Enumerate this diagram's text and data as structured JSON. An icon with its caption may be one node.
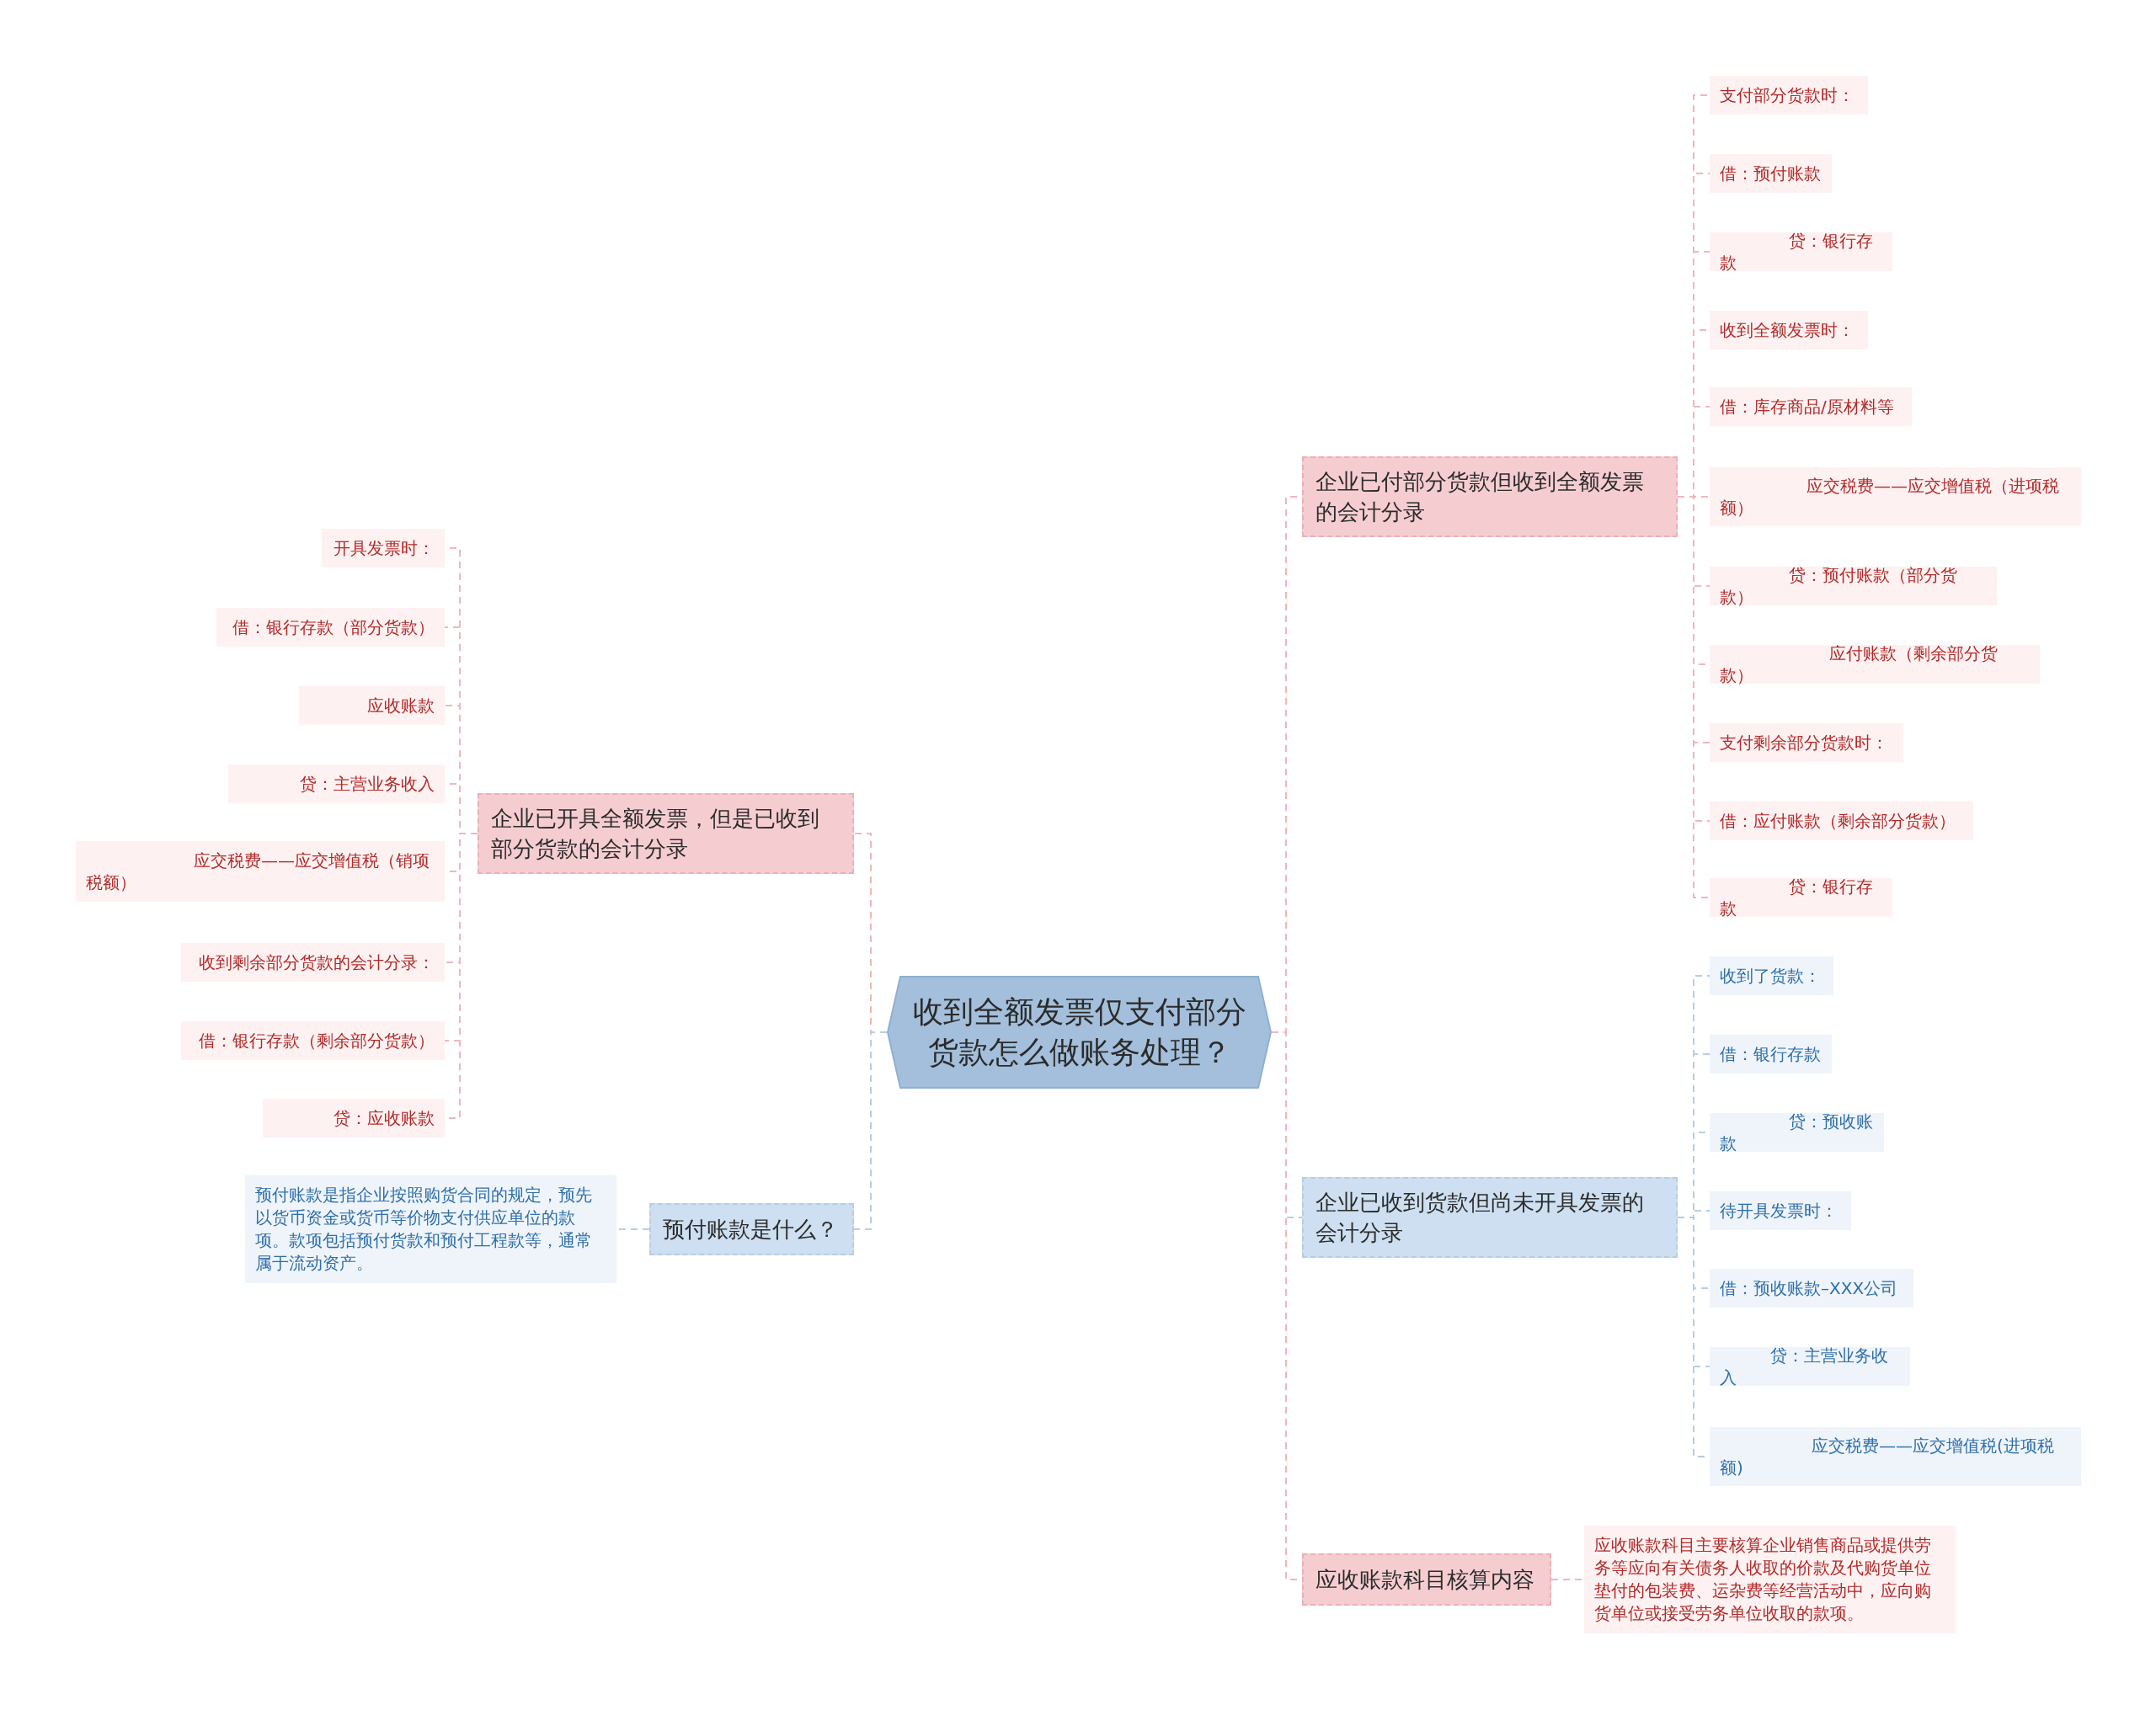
{
  "diagram": {
    "nodes": [
      {
        "text": [
          "收到全额发票仅支付部分货款怎么做账务处理？"
        ]
      },
      {
        "text": [
          "企业已付部分货款但收到全额发票的会计分录"
        ]
      },
      {
        "text": [
          "支付部分货款时："
        ]
      },
      {
        "text": [
          "借：预付账款"
        ]
      },
      {
        "text": [
          "贷：银行存款"
        ]
      },
      {
        "text": [
          "收到全额发票时："
        ]
      },
      {
        "text": [
          "借：库存商品/原材料等"
        ]
      },
      {
        "text": [
          "应交税费——应交增值税（进项税额）"
        ]
      },
      {
        "text": [
          "贷：预付账款（部分货款）"
        ]
      },
      {
        "text": [
          "应付账款（剩余部分货款）"
        ]
      },
      {
        "text": [
          "支付剩余部分货款时："
        ]
      },
      {
        "text": [
          "借：应付账款（剩余部分货款）"
        ]
      },
      {
        "text": [
          "贷：银行存款"
        ]
      },
      {
        "text": [
          "企业已收到货款但尚未开具发票的会计分录"
        ]
      },
      {
        "text": [
          "收到了货款："
        ]
      },
      {
        "text": [
          "借：银行存款"
        ]
      },
      {
        "text": [
          "贷：预收账款"
        ]
      },
      {
        "text": [
          "待开具发票时："
        ]
      },
      {
        "text": [
          "借：预收账款–XXX公司"
        ]
      },
      {
        "text": [
          "贷：主营业务收入"
        ]
      },
      {
        "text": [
          "应交税费——应交增值税(进项税额)"
        ]
      },
      {
        "text": [
          "应收账款科目核算内容"
        ]
      },
      {
        "text": [
          "应收账款科目主要核算企业销售商品或提供劳务等应向有关债务人收取的价款及代购货单位垫付的包装费、运杂费等经营活动中，应向购货单位或接受劳务单位收取的款项。"
        ]
      },
      {
        "text": [
          "企业已开具全额发票，但是已收到部分货款的会计分录"
        ]
      },
      {
        "text": [
          "开具发票时："
        ]
      },
      {
        "text": [
          "借：银行存款（部分货款）"
        ]
      },
      {
        "text": [
          "应收账款"
        ]
      },
      {
        "text": [
          "贷：主营业务收入"
        ]
      },
      {
        "text": [
          "应交税费——应交增值税（销项税额）"
        ]
      },
      {
        "text": [
          "收到剩余部分货款的会计分录："
        ]
      },
      {
        "text": [
          "借：银行存款（剩余部分货款）"
        ]
      },
      {
        "text": [
          "贷：应收账款"
        ]
      },
      {
        "text": [
          "预付账款是什么？"
        ]
      },
      {
        "text": [
          "预付账款是指企业按照购货合同的规定，预先以货币资金或货币等价物支付供应单位的款项。款项包括预付货款和预付工程款等，通常属于流动资产。"
        ]
      }
    ],
    "edges": [
      {
        "from": 0,
        "to": 1,
        "arrow": "none"
      },
      {
        "from": 1,
        "to": 2,
        "arrow": "none"
      },
      {
        "from": 1,
        "to": 3,
        "arrow": "none"
      },
      {
        "from": 1,
        "to": 4,
        "arrow": "none"
      },
      {
        "from": 1,
        "to": 5,
        "arrow": "none"
      },
      {
        "from": 1,
        "to": 6,
        "arrow": "none"
      },
      {
        "from": 1,
        "to": 7,
        "arrow": "none"
      },
      {
        "from": 1,
        "to": 8,
        "arrow": "none"
      },
      {
        "from": 1,
        "to": 9,
        "arrow": "none"
      },
      {
        "from": 1,
        "to": 10,
        "arrow": "none"
      },
      {
        "from": 1,
        "to": 11,
        "arrow": "none"
      },
      {
        "from": 1,
        "to": 12,
        "arrow": "none"
      },
      {
        "from": 0,
        "to": 13,
        "arrow": "none",
        "color": "#b7cde3"
      },
      {
        "from": 13,
        "to": 14,
        "arrow": "none",
        "color": "#b7cde3"
      },
      {
        "from": 13,
        "to": 15,
        "arrow": "none",
        "color": "#b7cde3"
      },
      {
        "from": 13,
        "to": 16,
        "arrow": "none",
        "color": "#b7cde3"
      },
      {
        "from": 13,
        "to": 17,
        "arrow": "none",
        "color": "#b7cde3"
      },
      {
        "from": 13,
        "to": 18,
        "arrow": "none",
        "color": "#b7cde3"
      },
      {
        "from": 13,
        "to": 19,
        "arrow": "none",
        "color": "#b7cde3"
      },
      {
        "from": 13,
        "to": 20,
        "arrow": "none",
        "color": "#b7cde3"
      },
      {
        "from": 0,
        "to": 21,
        "arrow": "none"
      },
      {
        "from": 21,
        "to": 22,
        "arrow": "none"
      },
      {
        "from": 0,
        "to": 23,
        "arrow": "none"
      },
      {
        "from": 23,
        "to": 24,
        "arrow": "none"
      },
      {
        "from": 23,
        "to": 25,
        "arrow": "none"
      },
      {
        "from": 23,
        "to": 26,
        "arrow": "none"
      },
      {
        "from": 23,
        "to": 27,
        "arrow": "none"
      },
      {
        "from": 23,
        "to": 28,
        "arrow": "none"
      },
      {
        "from": 23,
        "to": 29,
        "arrow": "none"
      },
      {
        "from": 23,
        "to": 30,
        "arrow": "none"
      },
      {
        "from": 23,
        "to": 31,
        "arrow": "none"
      },
      {
        "from": 0,
        "to": 32,
        "arrow": "none",
        "color": "#b7cde3"
      },
      {
        "from": 32,
        "to": 33,
        "arrow": "none",
        "color": "#b7cde3"
      }
    ]
  }
}
